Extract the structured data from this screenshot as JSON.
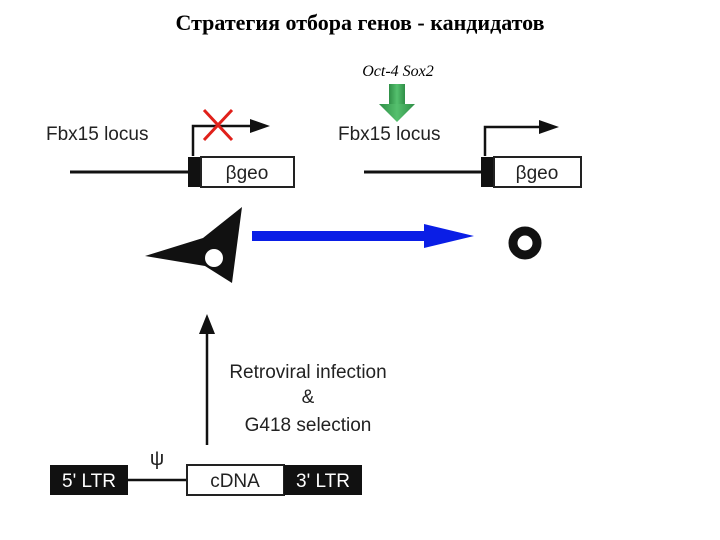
{
  "title": "Стратегия отбора генов - кандидатов",
  "factors": "Oct-4  Sox2",
  "left_construct": {
    "locus_label": "Fbx15 locus",
    "box_label": "βgeo",
    "blocked_icon": "red-x-icon"
  },
  "right_construct": {
    "locus_label": "Fbx15 locus",
    "box_label": "βgeo",
    "activation_icon": "green-down-arrow-icon"
  },
  "annotation": {
    "line1": "Retroviral infection",
    "line2": "&",
    "line3": "G418 selection"
  },
  "vector": {
    "psi_symbol": "ψ",
    "ltr5": "5' LTR",
    "cdna": "cDNA",
    "ltr3": "3' LTR"
  },
  "colors": {
    "transition_arrow": "#0a1ee6",
    "factor_arrow": "#3aa655",
    "block_x": "#e0201a",
    "ltr_box": "#111111"
  }
}
